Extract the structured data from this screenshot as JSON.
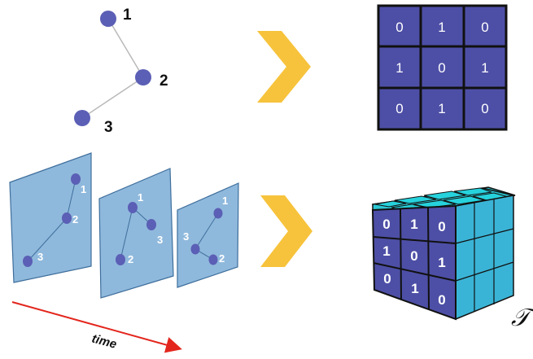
{
  "colors": {
    "node": "#5b5fb5",
    "edge": "#b9b9b9",
    "matrix_fill": "#4d4fa6",
    "matrix_border": "#111111",
    "arrow_chevron": "#f7c33c",
    "slice_fill": "#8fb9dc",
    "slice_stroke": "#3e6e9c",
    "cube_top": "#2bc8d3",
    "cube_side": "#3ab4d6",
    "cube_front": "#4d4fa6",
    "time_arrow": "#e3261d"
  },
  "static_graph": {
    "nodes": [
      {
        "id": "1",
        "label": "1"
      },
      {
        "id": "2",
        "label": "2"
      },
      {
        "id": "3",
        "label": "3"
      }
    ],
    "edges": [
      [
        "1",
        "2"
      ],
      [
        "2",
        "3"
      ]
    ]
  },
  "adjacency_matrix": {
    "rows": [
      [
        "0",
        "1",
        "0"
      ],
      [
        "1",
        "0",
        "1"
      ],
      [
        "0",
        "1",
        "0"
      ]
    ]
  },
  "temporal_slices": [
    {
      "node_labels": [
        "1",
        "2",
        "3"
      ]
    },
    {
      "node_labels": [
        "1",
        "2",
        "3"
      ]
    },
    {
      "node_labels": [
        "1",
        "3",
        "2"
      ]
    }
  ],
  "tensor": {
    "front_face": [
      [
        "0",
        "1",
        "0"
      ],
      [
        "1",
        "0",
        "1"
      ],
      [
        "0",
        "1",
        "0"
      ]
    ],
    "symbol": "𝒯"
  },
  "time_axis": {
    "label": "time"
  },
  "icons": [
    "chevron-right-icon",
    "chevron-right-icon",
    "time-arrow-icon"
  ]
}
